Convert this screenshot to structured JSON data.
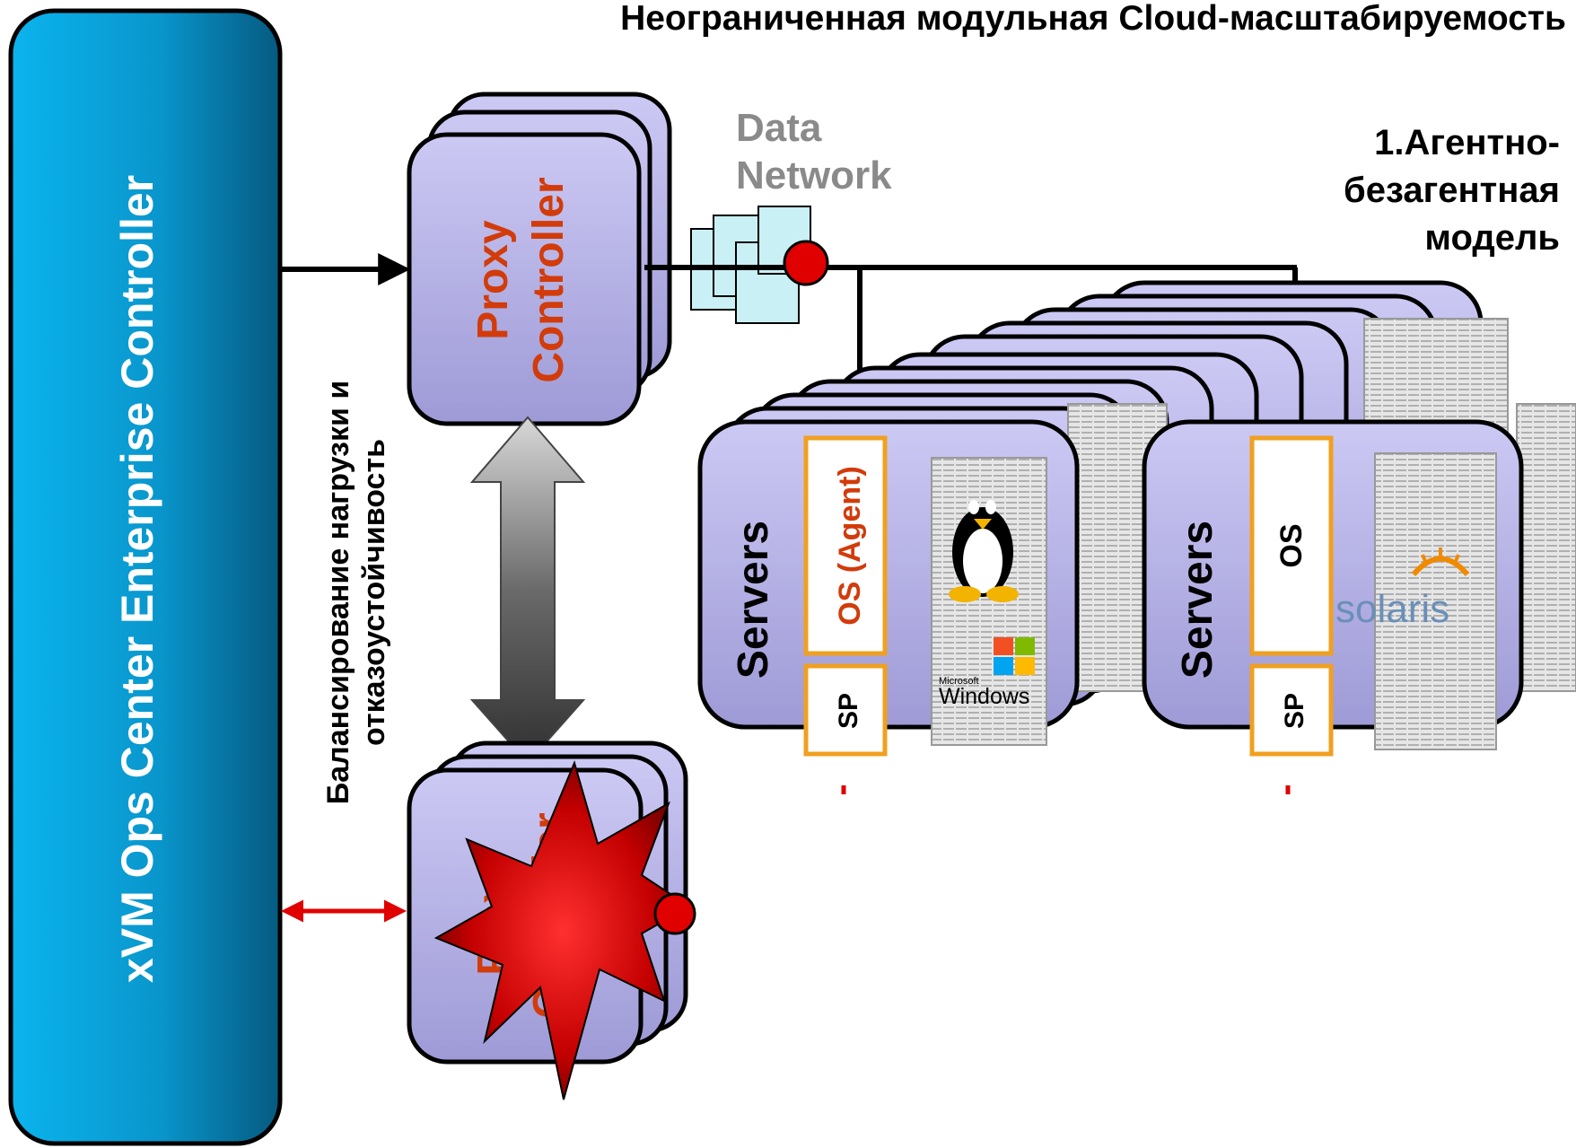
{
  "title": "Неограниченная модульная Cloud-масштабируемость",
  "enterprise_controller": {
    "label": "xVM Ops Center Enterprise Controller"
  },
  "proxy_controller": {
    "line1": "Proxy",
    "line2": "Controller"
  },
  "failed_proxy": {
    "line1": "Proxy",
    "line2": "Controller"
  },
  "data_network": {
    "line1": "Data",
    "line2": "Network"
  },
  "model_label": {
    "line1": "1.Агентно-",
    "line2": "безагентная",
    "line3": "модель"
  },
  "load_balancing": {
    "line1": "Балансирование нагрузки и",
    "line2": "отказоустойчивость"
  },
  "server_group_agent": {
    "label": "Servers",
    "os": "OS (Agent)",
    "sp": "SP",
    "logos": [
      "linux-tux-icon",
      "windows-logo"
    ],
    "logo_text_small": "Microsoft",
    "logo_text": "Windows"
  },
  "server_group_agentless": {
    "label": "Servers",
    "os": "OS",
    "sp": "SP",
    "logos": [
      "solaris-logo"
    ],
    "logo_text": "solaris"
  },
  "colors": {
    "controller_blue": "#0a9fd8",
    "proxy_lavender": "#b8b4ea",
    "label_red": "#d23b0a",
    "accent_orange": "#f0a020",
    "network_dot": "#e00000"
  }
}
